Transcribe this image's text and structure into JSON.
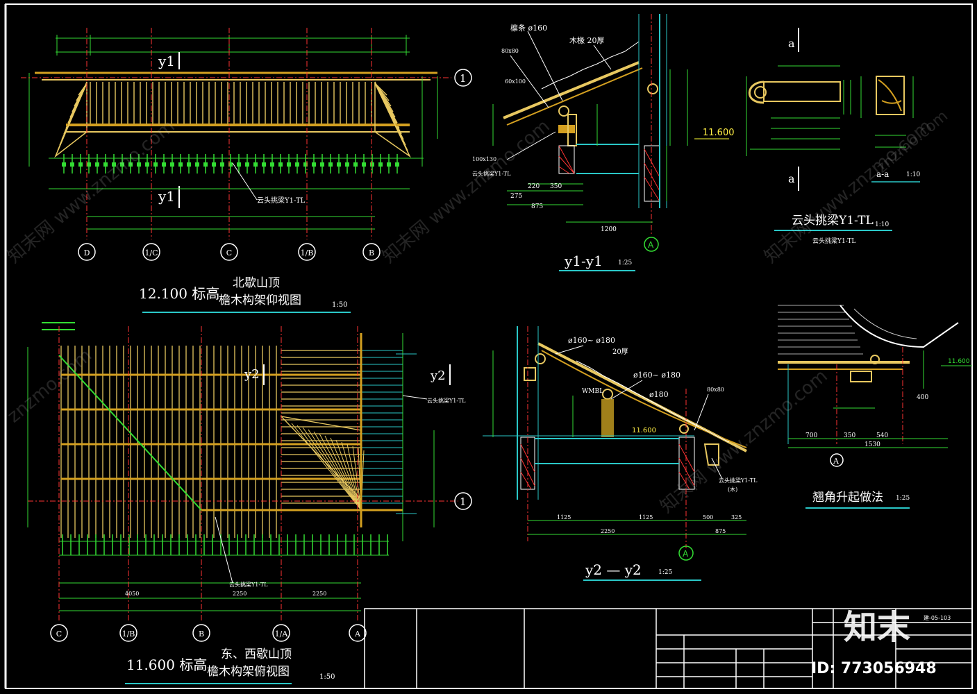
{
  "colors": {
    "background": "#000000",
    "frame": "#ffffff",
    "rafter": "#e8c860",
    "purlin": "#d4a020",
    "dim": "#33dd33",
    "axis": "#ff3333",
    "wall": "#2ac8c8",
    "note": "#ffffff",
    "blue": "#3366ff"
  },
  "plan_top": {
    "title_level": "12.100 标高",
    "title_line1": "北歇山顶",
    "title_line2": "檐木构架仰视图",
    "scale": "1:50",
    "section_mark_top": "y1",
    "section_mark_bottom": "y1",
    "note": "云头挑梁Y1-TL",
    "axes": [
      "D",
      "1/C",
      "C",
      "1/B",
      "B"
    ],
    "circle_axis": "1"
  },
  "section_y1": {
    "title": "y1-y1",
    "scale": "1:25",
    "level": "11.600",
    "dims": [
      "220",
      "350",
      "275",
      "875",
      "1200"
    ],
    "notes": [
      "檩条 ø160",
      "木椽 20厚",
      "80x80",
      "60x100",
      "100x130",
      "云头挑梁Y1-TL"
    ],
    "axis": "A"
  },
  "detail_yuntou": {
    "title": "云头挑梁Y1-TL",
    "scale": "1:10",
    "subtitle": "云头挑梁Y1-TL",
    "section_a": "a",
    "section_title": "a-a",
    "section_scale": "1:10"
  },
  "plan_bottom": {
    "title_level": "11.600 标高",
    "title_line1": "东、西歇山顶",
    "title_line2": "檐木构架俯视图",
    "scale": "1:50",
    "section_mark": "y2",
    "section_mark_right": "y2",
    "note": "云头挑梁Y1-TL",
    "axes": [
      "C",
      "1/B",
      "B",
      "1/A",
      "A"
    ],
    "circle_axis": "1",
    "dims": [
      "4050",
      "2250",
      "2250"
    ]
  },
  "section_y2": {
    "title": "y2 — y2",
    "scale": "1:25",
    "notes": [
      "ø160~ ø180",
      "20厚",
      "ø160~ ø180",
      "ø180",
      "80x80",
      "WMBL",
      "云头挑梁Y1-TL",
      "(木)"
    ],
    "level": "11.600",
    "dims": [
      "1125",
      "1125",
      "500",
      "325",
      "2250",
      "875"
    ],
    "axis": "A"
  },
  "detail_corner": {
    "title": "翘角升起做法",
    "scale": "1:25",
    "level": "11.600",
    "dims": [
      "700",
      "350",
      "540",
      "1530",
      "400"
    ],
    "axis": "A"
  },
  "title_block": {
    "logo": "知末",
    "id_text": "ID: 773056948",
    "drawing_no": "建-05-103"
  },
  "watermarks": [
    "知末网 www.znzmo.com",
    "znzmo.com"
  ]
}
